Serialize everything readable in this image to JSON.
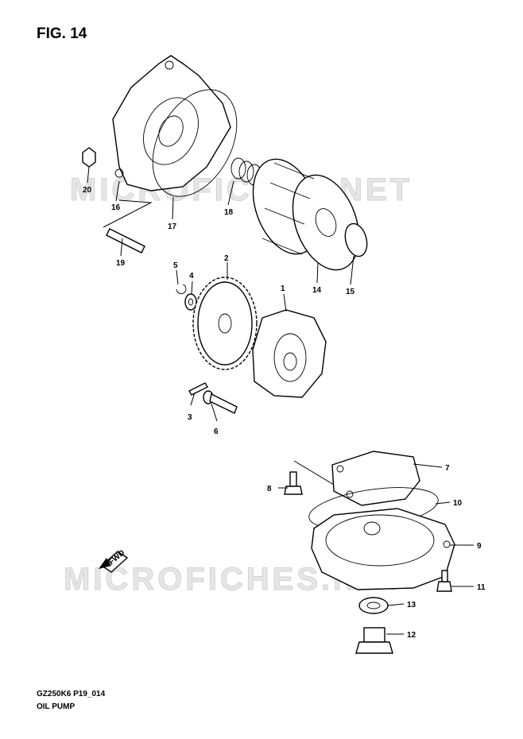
{
  "figure": {
    "title": "FIG. 14"
  },
  "watermarks": [
    "MICROFICHES.NET",
    "MICROFICHES.NET"
  ],
  "direction_label": "FWD",
  "callouts": [
    "1",
    "2",
    "3",
    "4",
    "5",
    "6",
    "7",
    "8",
    "9",
    "10",
    "11",
    "12",
    "13",
    "14",
    "15",
    "16",
    "17",
    "18",
    "19",
    "20"
  ],
  "footer": {
    "model_code": "GZ250K6 P19_014",
    "caption": "OIL PUMP"
  }
}
